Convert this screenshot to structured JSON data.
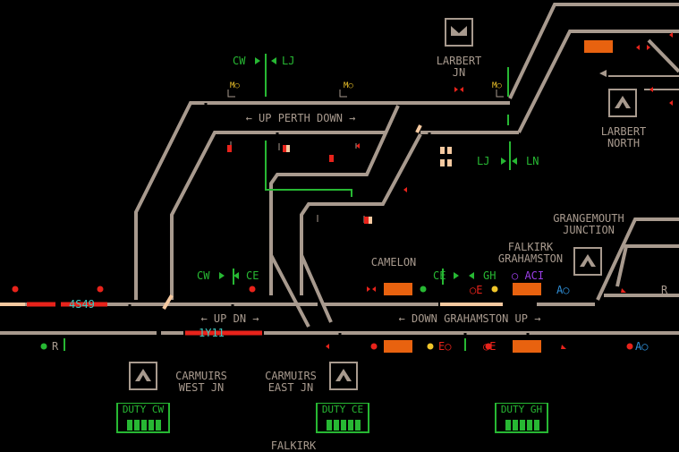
{
  "locations": {
    "larbert_jn": [
      "LARBERT",
      "JN"
    ],
    "larbert_north": [
      "LARBERT",
      "NORTH"
    ],
    "grangemouth_jn": [
      "GRANGEMOUTH",
      "JUNCTION"
    ],
    "falkirk_grahamston": [
      "FALKIRK",
      "GRAHAMSTON"
    ],
    "camelon": "CAMELON",
    "carmuirs_west": [
      "CARMUIRS",
      "WEST JN"
    ],
    "carmuirs_east": [
      "CARMUIRS",
      "EAST JN"
    ],
    "falkirk_bottom": "FALKIRK"
  },
  "line_labels": {
    "up_perth_down": "← UP PERTH DOWN →",
    "up_dn": "← UP DN →",
    "down_grahamston_up": "← DOWN GRAHAMSTON UP →"
  },
  "route_labels": {
    "cw_lj_left": "CW",
    "cw_lj_right": "LJ",
    "lj_ln_left": "LJ",
    "lj_ln_right": "LN",
    "cw_ce_left": "CW",
    "cw_ce_right": "CE",
    "ce_gh_left": "CE",
    "ce_gh_right": "GH"
  },
  "train_descriptions": {
    "up_main": "4S49",
    "down_main": "1Y11"
  },
  "markers": {
    "aci": "○ ACI",
    "ao_1": "A○",
    "ao_2": "A○",
    "eo_1": "○E",
    "eo_2": "E○",
    "eo_3": "○E",
    "r_1": "R",
    "r_2": "R",
    "mo_1": "M○",
    "mo_2": "M○",
    "mo_3": "M○"
  },
  "duty_panels": [
    {
      "label": "DUTY CW"
    },
    {
      "label": "DUTY CE"
    },
    {
      "label": "DUTY GH"
    }
  ],
  "colors": {
    "track": "#a89a8e",
    "occupied": "#e8231b",
    "route_set": "#f5c9a0",
    "green": "#27b833",
    "berth": "#e8620f",
    "description": "#3ec9c0"
  }
}
